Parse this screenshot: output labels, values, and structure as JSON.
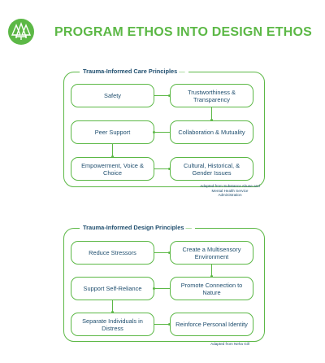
{
  "header": {
    "title": "PROGRAM ETHOS INTO DESIGN ETHOS",
    "logo_icon": "pine-trees-logo-icon"
  },
  "colors": {
    "accent": "#5cb846",
    "text": "#1f4e6e"
  },
  "care": {
    "heading": "Trauma-Informed Care Principles",
    "boxes": {
      "safety": "Safety",
      "trust": "Trustworthiness & Transparency",
      "peer": "Peer Support",
      "collab": "Collaboration & Mutuality",
      "empower": "Empowerment, Voice & Choice",
      "cultural": "Cultural, Historical, & Gender Issues"
    },
    "credit": "Adapted from Substance Abuse and Mental Health Service Administration"
  },
  "design": {
    "heading": "Trauma-Informed Design Principles",
    "boxes": {
      "stressors": "Reduce Stressors",
      "multisensory": "Create a Multisensory Environment",
      "reliance": "Support Self-Reliance",
      "nature": "Promote Connection to Nature",
      "separate": "Separate Individuals in Distress",
      "identity": "Reinforce Personal Identity"
    },
    "credit": "Adapted from Neha Gill"
  }
}
